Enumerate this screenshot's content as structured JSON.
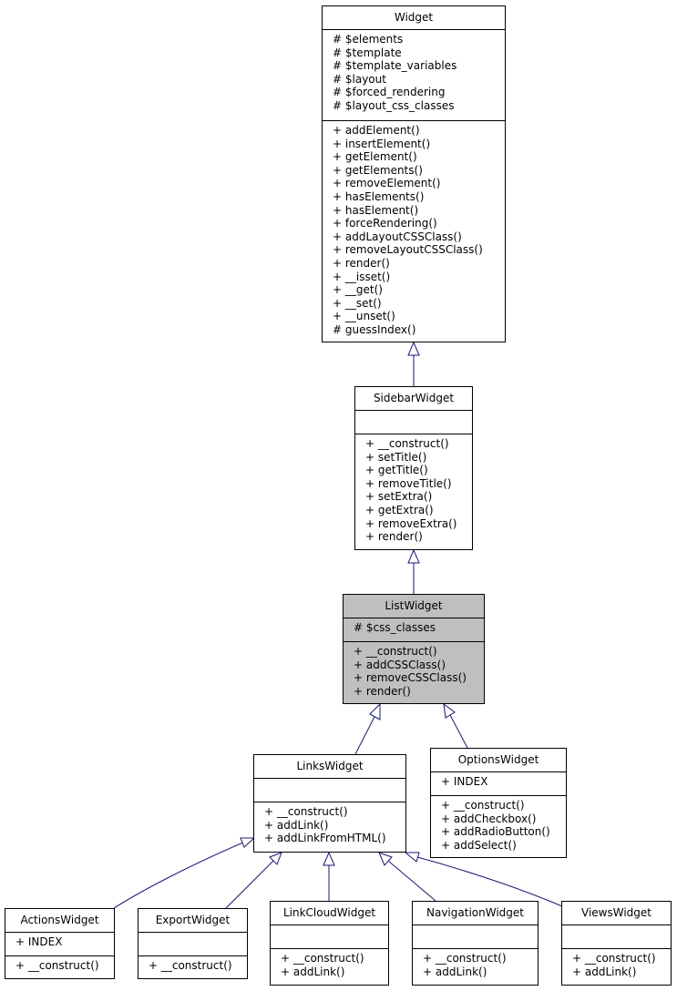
{
  "classes": {
    "widget": {
      "name": "Widget",
      "attributes": [
        "# $elements",
        "# $template",
        "# $template_variables",
        "# $layout",
        "# $forced_rendering",
        "# $layout_css_classes"
      ],
      "methods": [
        "+ addElement()",
        "+ insertElement()",
        "+ getElement()",
        "+ getElements()",
        "+ removeElement()",
        "+ hasElements()",
        "+ hasElement()",
        "+ forceRendering()",
        "+ addLayoutCSSClass()",
        "+ removeLayoutCSSClass()",
        "+ render()",
        "+ __isset()",
        "+ __get()",
        "+ __set()",
        "+ __unset()",
        "# guessIndex()"
      ]
    },
    "sidebar_widget": {
      "name": "SidebarWidget",
      "attributes": [],
      "methods": [
        "+ __construct()",
        "+ setTitle()",
        "+ getTitle()",
        "+ removeTitle()",
        "+ setExtra()",
        "+ getExtra()",
        "+ removeExtra()",
        "+ render()"
      ]
    },
    "list_widget": {
      "name": "ListWidget",
      "attributes": [
        "# $css_classes"
      ],
      "methods": [
        "+ __construct()",
        "+ addCSSClass()",
        "+ removeCSSClass()",
        "+ render()"
      ]
    },
    "links_widget": {
      "name": "LinksWidget",
      "attributes": [],
      "methods": [
        "+ __construct()",
        "+ addLink()",
        "+ addLinkFromHTML()"
      ]
    },
    "options_widget": {
      "name": "OptionsWidget",
      "attributes": [
        "+ INDEX"
      ],
      "methods": [
        "+ __construct()",
        "+ addCheckbox()",
        "+ addRadioButton()",
        "+ addSelect()"
      ]
    },
    "actions_widget": {
      "name": "ActionsWidget",
      "attributes": [
        "+ INDEX"
      ],
      "methods": [
        "+ __construct()"
      ]
    },
    "export_widget": {
      "name": "ExportWidget",
      "attributes": [],
      "methods": [
        "+ __construct()"
      ]
    },
    "link_cloud_widget": {
      "name": "LinkCloudWidget",
      "attributes": [],
      "methods": [
        "+ __construct()",
        "+ addLink()"
      ]
    },
    "navigation_widget": {
      "name": "NavigationWidget",
      "attributes": [],
      "methods": [
        "+ __construct()",
        "+ addLink()"
      ]
    },
    "views_widget": {
      "name": "ViewsWidget",
      "attributes": [],
      "methods": [
        "+ __construct()",
        "+ addLink()"
      ]
    }
  },
  "colors": {
    "edge": "#191970",
    "highlight_fill": "#bfbfbf",
    "box_fill": "#ffffff",
    "border": "#000000"
  }
}
